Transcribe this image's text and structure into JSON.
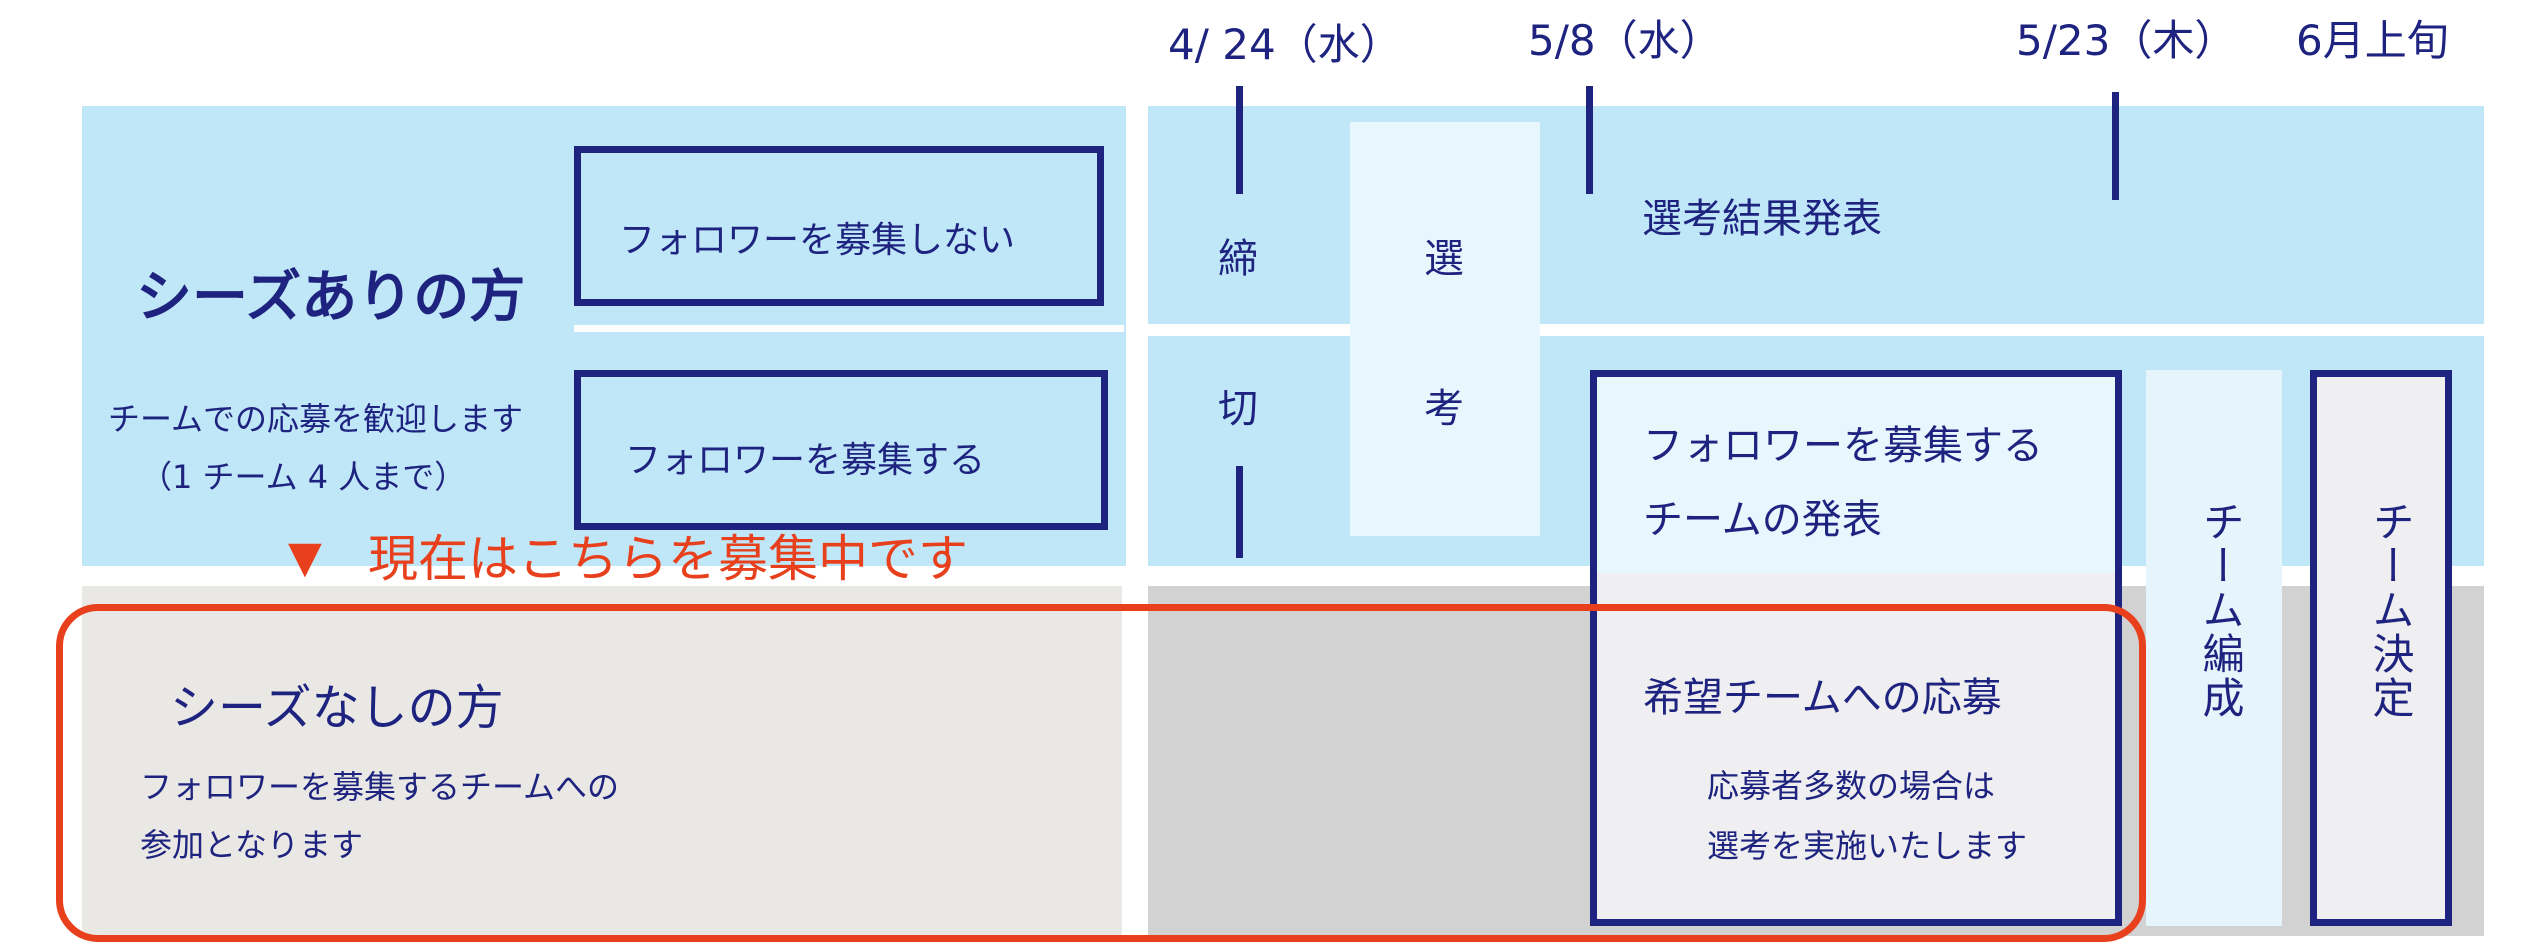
{
  "dates": [
    "4/ 24（水）",
    "5/8（水）",
    "5/23（木）",
    "6月上旬"
  ],
  "seeded": {
    "title": "シーズありの方",
    "desc_line1": "チームでの応募を歓迎します",
    "desc_line2": "（1 チーム 4 人まで）",
    "option_no_follower": "フォロワーを募集しない",
    "option_follower": "フォロワーを募集する"
  },
  "stages": {
    "deadline_1": "締",
    "deadline_2": "切",
    "selection_1": "選",
    "selection_2": "考",
    "results": "選考結果発表",
    "follower_team_line1": "フォロワーを募集する",
    "follower_team_line2": "チームの発表",
    "apply_title": "希望チームへの応募",
    "apply_note_line1": "応募者多数の場合は",
    "apply_note_line2": "選考を実施いたします",
    "team_building": "チーム編成",
    "team_decision": "チーム決定"
  },
  "notice": {
    "marker": "▼",
    "text": "現在はこちらを募集中です"
  },
  "unseeded": {
    "title": "シーズなしの方",
    "desc_line1": "フォロワーを募集するチームへの",
    "desc_line2": "参加となります"
  },
  "colors": {
    "navy": "#1e237f",
    "light_blue": "#bfe7f8",
    "gray": "#d3d2d2",
    "highlight_red": "#e8401c"
  }
}
